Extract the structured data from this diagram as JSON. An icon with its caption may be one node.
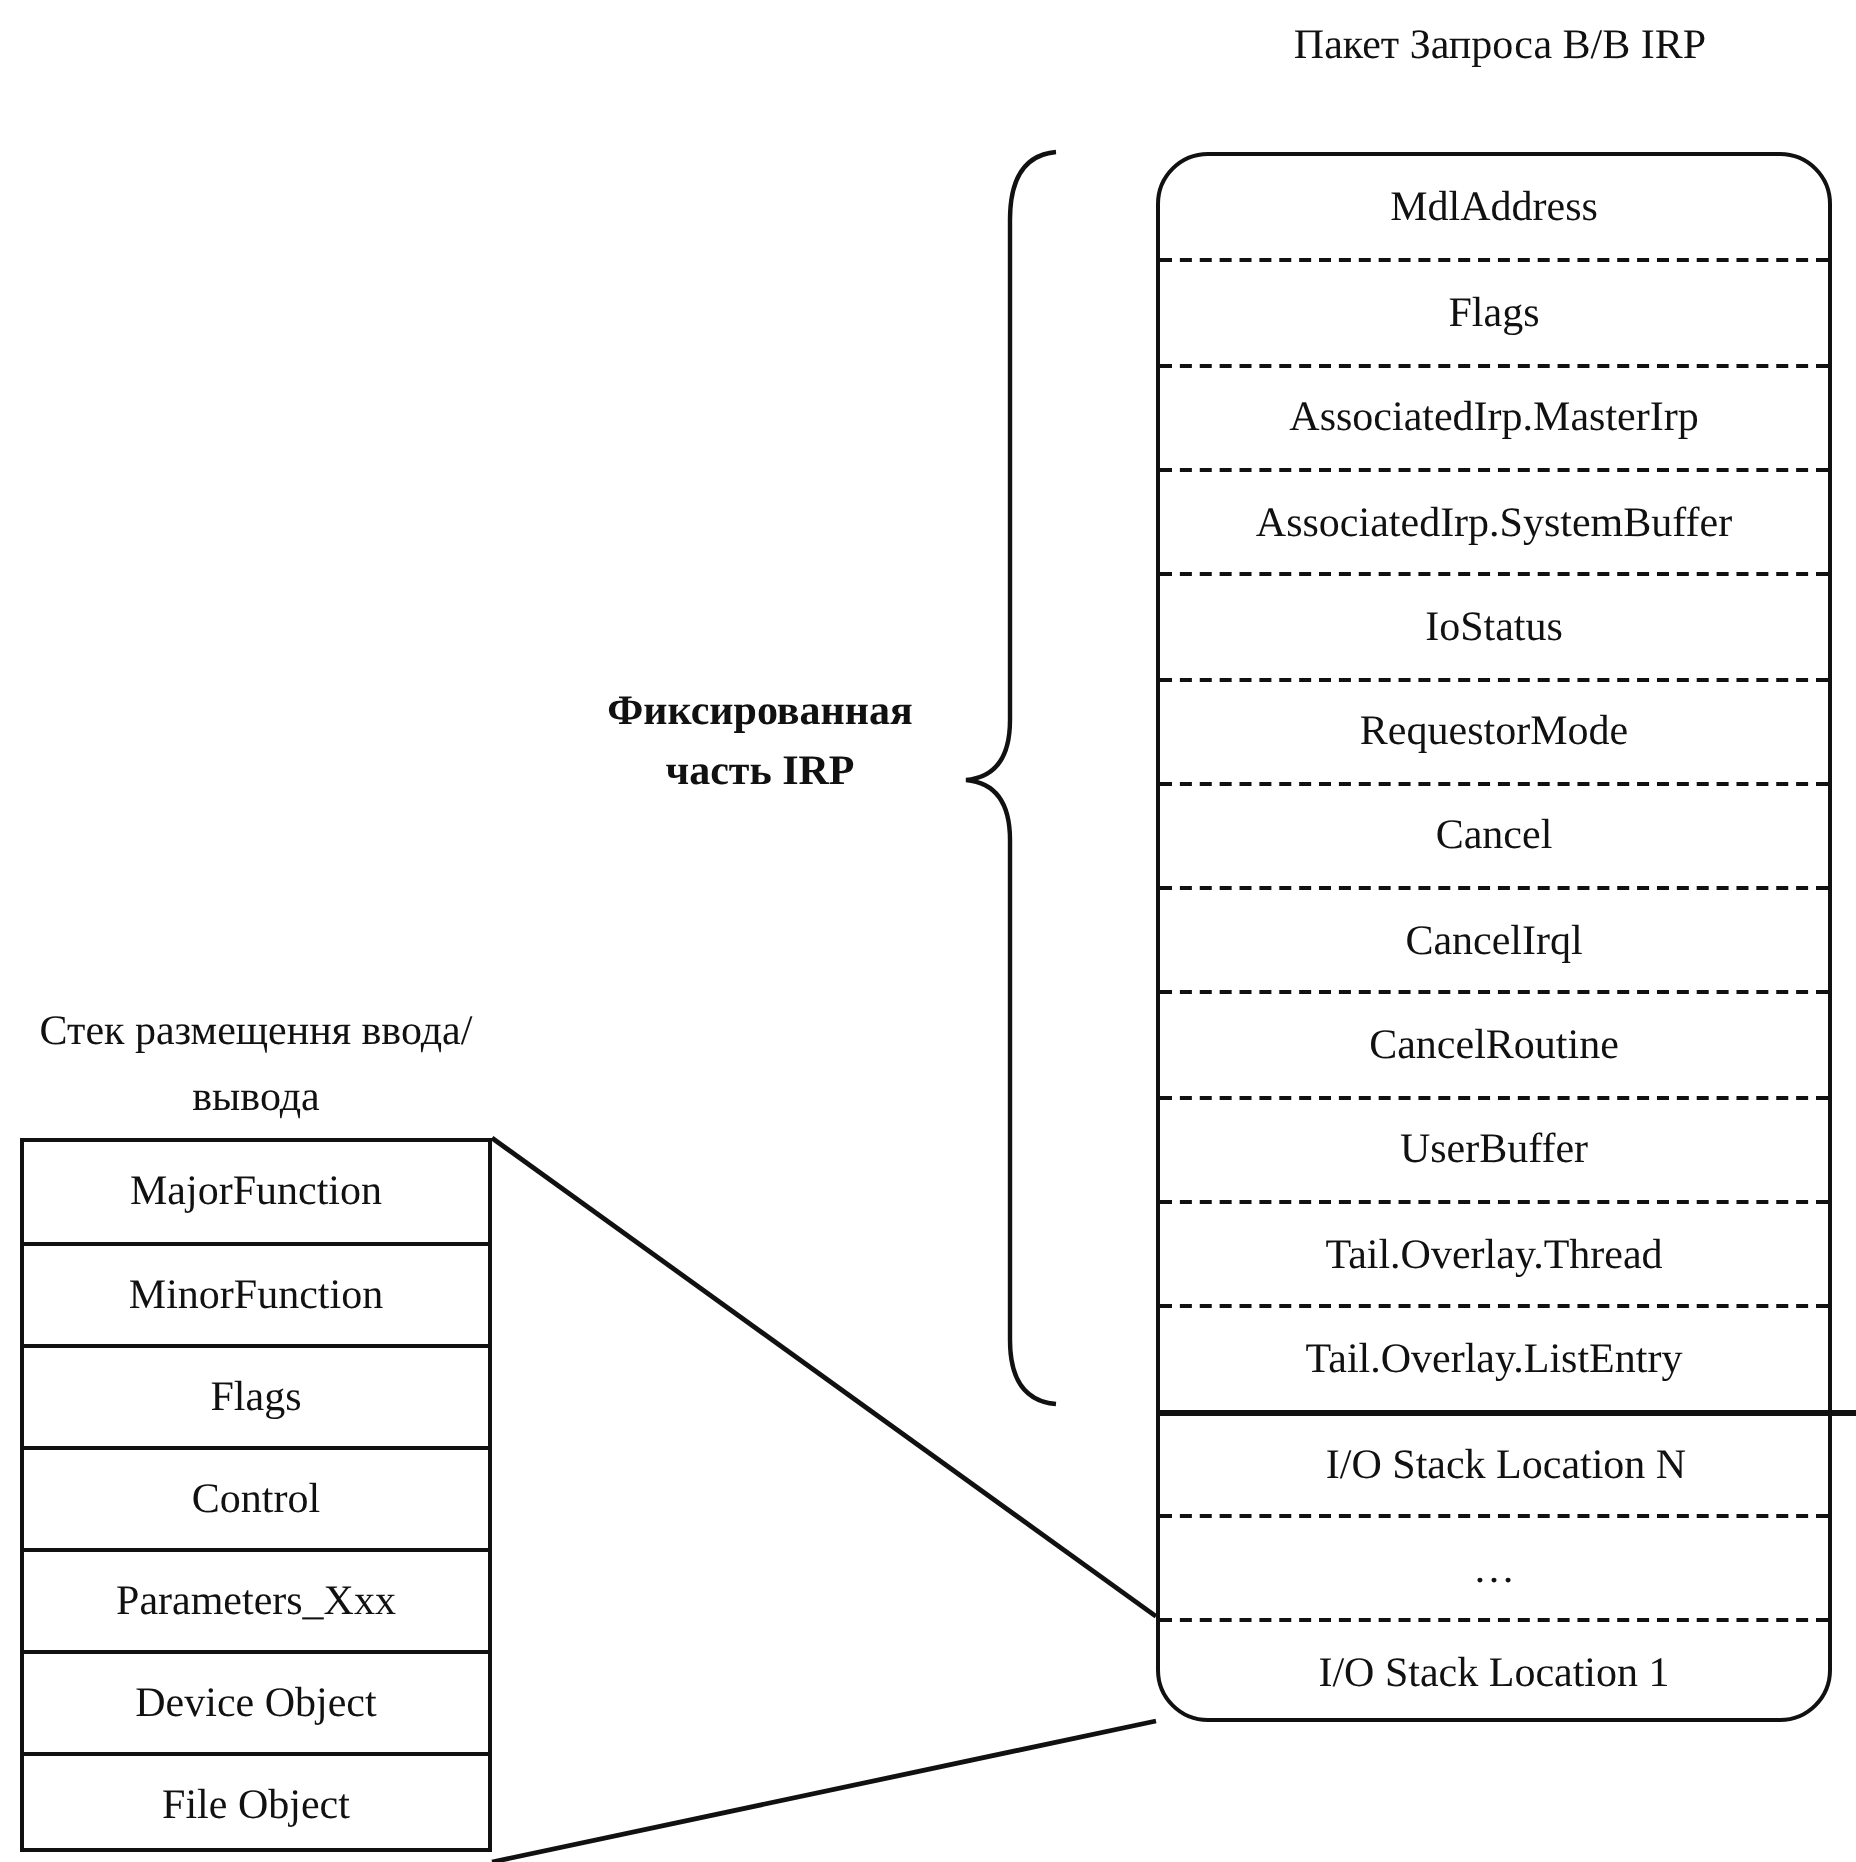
{
  "diagram": {
    "nodes": [
      {
        "text": [
          "Пакет Запроса В/В IRP"
        ]
      },
      {
        "text": [
          "MdlAddress"
        ],
        "in": 0
      },
      {
        "text": [
          "Flags"
        ],
        "in": 0
      },
      {
        "text": [
          "AssociatedIrp.MasterIrp"
        ],
        "in": 0
      },
      {
        "text": [
          "AssociatedIrp.SystemBuffer"
        ],
        "in": 0
      },
      {
        "text": [
          "IoStatus"
        ],
        "in": 0
      },
      {
        "text": [
          "RequestorMode"
        ],
        "in": 0
      },
      {
        "text": [
          "Cancel"
        ],
        "in": 0
      },
      {
        "text": [
          "CancelIrql"
        ],
        "in": 0
      },
      {
        "text": [
          "CancelRoutine"
        ],
        "in": 0
      },
      {
        "text": [
          "UserBuffer"
        ],
        "in": 0
      },
      {
        "text": [
          "Tail.Overlay.Thread"
        ],
        "in": 0
      },
      {
        "text": [
          "Tail.Overlay.ListEntry"
        ],
        "in": 0
      },
      {
        "text": [
          "I/O Stack Location N"
        ],
        "in": 0
      },
      {
        "text": [
          "…"
        ],
        "in": 0
      },
      {
        "text": [
          "I/O Stack Location 1"
        ],
        "in": 0
      },
      {
        "text": [
          "Стек размещення ввода/вывода"
        ]
      },
      {
        "text": [
          "MajorFunction"
        ],
        "in": 16
      },
      {
        "text": [
          "MinorFunction"
        ],
        "in": 16
      },
      {
        "text": [
          "Flags"
        ],
        "in": 16
      },
      {
        "text": [
          "Control"
        ],
        "in": 16
      },
      {
        "text": [
          "Parameters_Xxx"
        ],
        "in": 16
      },
      {
        "text": [
          "Device Object"
        ],
        "in": 16
      },
      {
        "text": [
          "File Object"
        ],
        "in": 16
      }
    ],
    "edges": [
      {
        "from": 15,
        "to": 16,
        "arrow": "none"
      },
      {
        "from": 15,
        "to": 16,
        "arrow": "none"
      }
    ],
    "labels": [
      "Фиксированная часть IRP"
    ]
  }
}
